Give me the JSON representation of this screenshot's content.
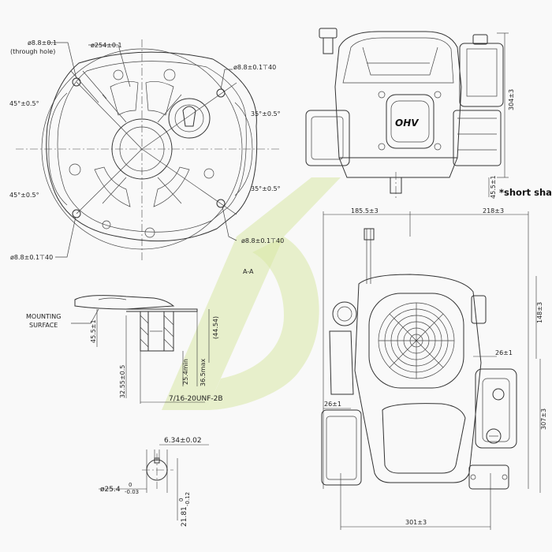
{
  "watermark": {
    "color": "#cfe08e"
  },
  "flange_view": {
    "hole_dia_through": "ø8.8±0.1",
    "through_hole": "(through hole)",
    "bolt_circle": "ø254±0.1",
    "hole_top_right": "ø8.8±0.1⊤40",
    "angle_tl": "45°±0.5°",
    "angle_bl": "45°±0.5°",
    "angle_tr": "35°±0.5°",
    "angle_br": "35°±0.5°",
    "hole_bottom_right": "ø8.8±0.1⊤40",
    "hole_bottom_left": "ø8.8±0.1⊤40"
  },
  "section": {
    "label": "A-A",
    "mounting_surface_1": "MOUNTING",
    "mounting_surface_2": "SURFACE",
    "dim_455": "45.5±1",
    "dim_3255": "32.55±0.5",
    "dim_254": "25.4min",
    "dim_365": "36.5max",
    "dim_4454": "(44.54)",
    "thread": "7/16-20UNF-2B"
  },
  "shaft_end": {
    "key_width": "6.34±0.02",
    "shaft_dia": "ø25.4",
    "shaft_dia_tol_up": "0",
    "shaft_dia_tol_low": "-0.03",
    "key_height": "21.81",
    "key_height_tol_up": "0",
    "key_height_tol_low": "-0.12"
  },
  "side_view": {
    "badge": "OHV",
    "height": "304±3",
    "shaft_len": "45.5±1",
    "note": "*short shaft"
  },
  "top_view": {
    "left_width": "185.5±3",
    "right_width": "218±3",
    "dim_148": "148±3",
    "dim_26_right": "26±1",
    "dim_26_left": "26±1",
    "depth": "307±3",
    "bottom_width": "301±3"
  }
}
